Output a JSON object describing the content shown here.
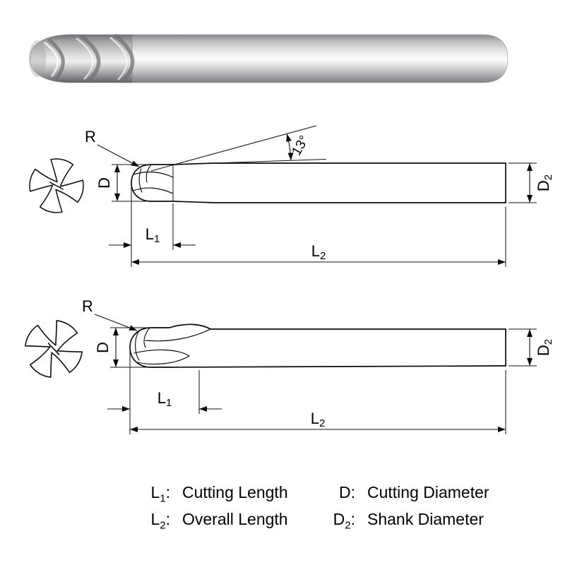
{
  "diagram1": {
    "radius_label": "R",
    "angle_label": "13°",
    "d_label": {
      "letter": "D",
      "sub": ""
    },
    "l1_label": {
      "letter": "L",
      "sub": "1"
    },
    "l2_label": {
      "letter": "L",
      "sub": "2"
    },
    "d2_label": {
      "letter": "D",
      "sub": "2"
    }
  },
  "diagram2": {
    "radius_label": "R",
    "d_label": {
      "letter": "D",
      "sub": ""
    },
    "l1_label": {
      "letter": "L",
      "sub": "1"
    },
    "l2_label": {
      "letter": "L",
      "sub": "2"
    },
    "d2_label": {
      "letter": "D",
      "sub": "2"
    }
  },
  "legend": {
    "items": [
      {
        "letter": "L",
        "sub": "1",
        "colon": ":",
        "desc": "Cutting Length"
      },
      {
        "letter": "D",
        "sub": "",
        "colon": ":",
        "desc": "Cutting Diameter"
      },
      {
        "letter": "L",
        "sub": "2",
        "colon": ":",
        "desc": "Overall Length"
      },
      {
        "letter": "D",
        "sub": "2",
        "colon": ":",
        "desc": "Shank Diameter"
      }
    ]
  }
}
